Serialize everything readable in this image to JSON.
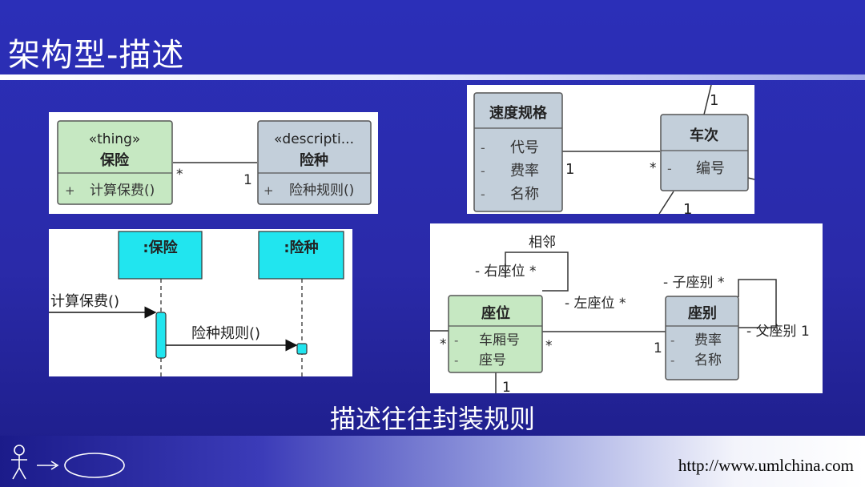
{
  "slide": {
    "title": "架构型-描述",
    "subtitle": "描述往往封装规则",
    "footer_url": "http://www.umlchina.com"
  },
  "diagram1": {
    "class_a": {
      "stereotype": "«thing»",
      "name": "保险",
      "operation_marker": "+",
      "operation": "计算保费()"
    },
    "class_b": {
      "stereotype": "«descripti...",
      "name": "险种",
      "operation_marker": "+",
      "operation": "险种规则()"
    },
    "multiplicity_a": "*",
    "multiplicity_b": "1"
  },
  "diagram2": {
    "lifeline_a": ":保险",
    "lifeline_b": ":险种",
    "message_1": "计算保费()",
    "message_2": "险种规则()"
  },
  "diagram3": {
    "class_a": {
      "name": "速度规格",
      "attr_marker": "-",
      "attributes": [
        "代号",
        "费率",
        "名称"
      ]
    },
    "class_b": {
      "name": "车次",
      "attr_marker": "-",
      "attributes": [
        "编号"
      ]
    },
    "multiplicity_a": "1",
    "multiplicity_b": "*",
    "multiplicity_top": "1",
    "multiplicity_bottom": "1"
  },
  "diagram4": {
    "class_a": {
      "name": "座位",
      "attr_marker": "-",
      "attributes": [
        "车厢号",
        "座号"
      ]
    },
    "class_b": {
      "name": "座别",
      "attr_marker": "-",
      "attributes": [
        "费率",
        "名称"
      ]
    },
    "self_assoc_name": "相邻",
    "role_right_seat": "- 右座位 *",
    "role_left_seat": "- 左座位 *",
    "role_child": "- 子座别 *",
    "role_parent": "- 父座别 1",
    "mult_left": "*",
    "mult_a_to_b": "*",
    "mult_b_from_a": "1",
    "mult_bottom": "1"
  },
  "colors": {
    "background": "#2a2aa9",
    "thing_green": "#c6e8c2",
    "description_gray": "#c3cfda",
    "lifeline_cyan": "#21e5ef"
  }
}
